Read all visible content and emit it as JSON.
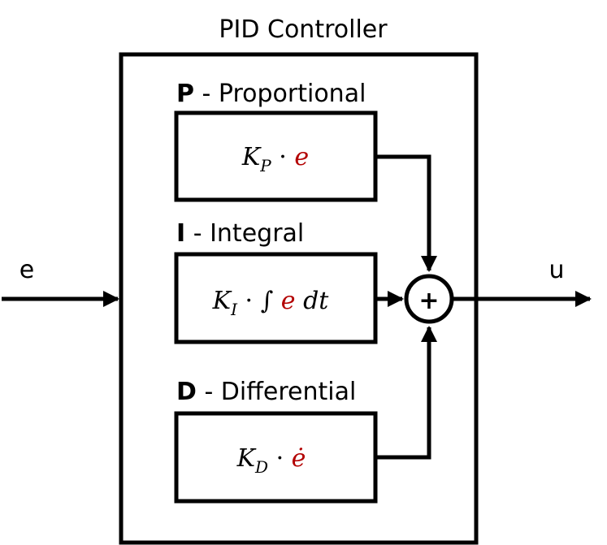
{
  "title": "PID Controller",
  "input_label": "e",
  "output_label": "u",
  "sections": [
    {
      "letter": "P",
      "name": " - Proportional",
      "gain": "K",
      "gain_sub": "P",
      "dot": " · ",
      "signal": "e"
    },
    {
      "letter": "I",
      "name": " - Integral",
      "gain": "K",
      "gain_sub": "I",
      "dot": " · ",
      "integral": "∫ ",
      "signal": "e",
      "tail": " dt"
    },
    {
      "letter": "D",
      "name": " - Differential",
      "gain": "K",
      "gain_sub": "D",
      "dot": " · ",
      "signal": "ė"
    }
  ],
  "sum_symbol": "+",
  "colors": {
    "line": "#000000",
    "signal": "#b30000",
    "background": "#ffffff"
  }
}
